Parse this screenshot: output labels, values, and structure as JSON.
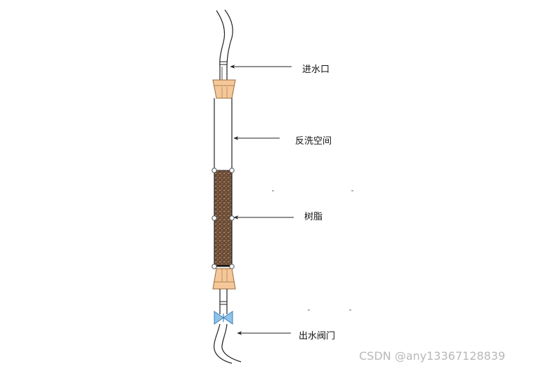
{
  "labels": {
    "inlet": "进水口",
    "backwash_space": "反洗空间",
    "resin": "树脂",
    "outlet_valve": "出水阀门"
  },
  "watermark": "CSDN @any13367128839",
  "colors": {
    "stopper": "#f5c89a",
    "stopper_stroke": "#9a6d3c",
    "resin_fill": "#6b4a33",
    "resin_speck": "#d9c7b0",
    "valve": "#8ec3ea",
    "valve_stroke": "#3f7fb5",
    "line": "#222222",
    "watermark": "#b8b8b8"
  },
  "icons": [
    "inlet-tube",
    "stopper",
    "column-tube",
    "resin-bed",
    "valve",
    "outlet-tube",
    "arrow"
  ]
}
